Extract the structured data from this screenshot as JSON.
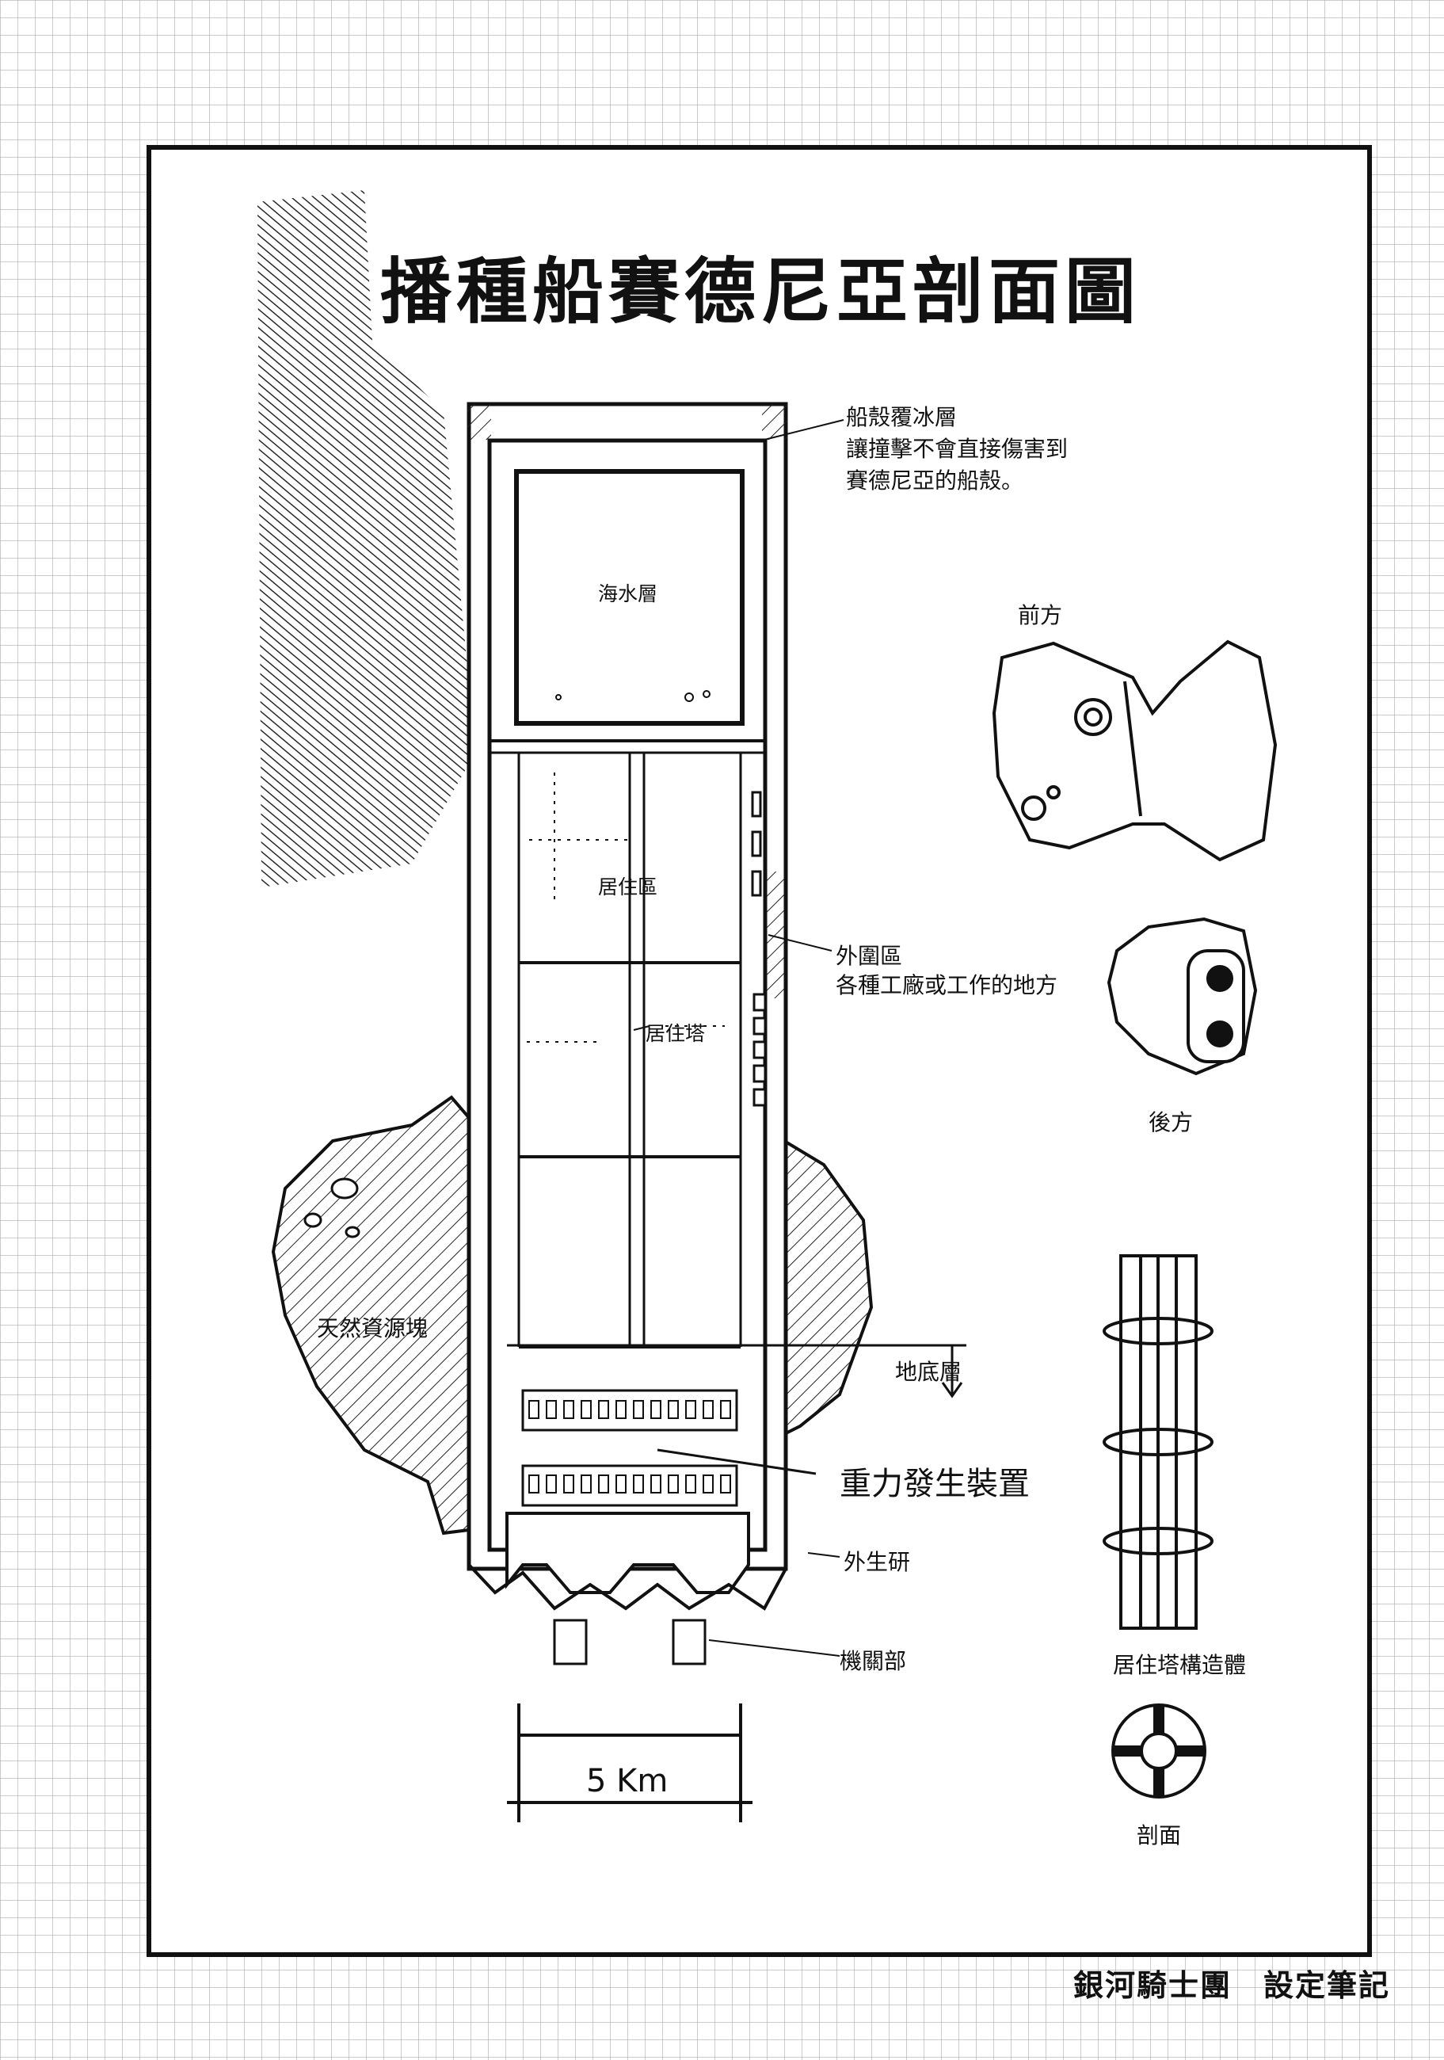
{
  "title": "播種船賽德尼亞剖面圖",
  "labels": {
    "hull_ice": [
      "船殼覆冰層",
      "讓撞擊不會直接傷害到",
      "賽德尼亞的船殼。"
    ],
    "seawater": "海水層",
    "residential": "居住區",
    "tower": "居住塔",
    "outer_zone": [
      "外圍區",
      "各種工廠或工作的地方"
    ],
    "resource_rock": "天然資源塊",
    "underground": "地底層",
    "gravity": "重力發生裝置",
    "outer_lab": "外生研",
    "engine": "機關部",
    "scale": "5 Km",
    "front": "前方",
    "rear": "後方",
    "tower_structure": "居住塔構造體",
    "cross_section": "剖面"
  },
  "footer": "銀河騎士團　設定筆記"
}
